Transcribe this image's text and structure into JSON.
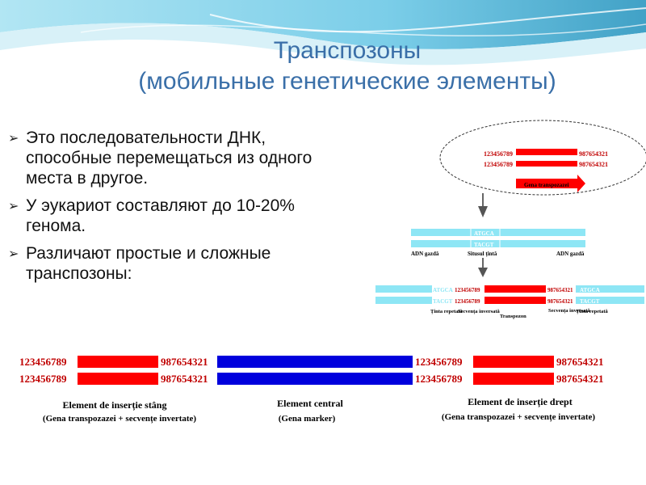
{
  "title": {
    "line1": "Транспозоны",
    "line2": "(мобильные генетические элементы)"
  },
  "bullets": [
    {
      "text": "Это последовательности ДНК, способные перемещаться из одного места в другое."
    },
    {
      "text": "У эукариот составляют до 10-20% генома."
    },
    {
      "text": "Различают простые и сложные транспозоны:"
    }
  ],
  "figure1": {
    "seq_left": "123456789",
    "seq_right": "987654321",
    "gene_label": "Gena transpozazei",
    "host_top": "ATGCA",
    "host_bottom": "TACGT",
    "label_host_left": "ADN gazdă",
    "label_target": "Situsul țintă",
    "label_host_right": "ADN gazdă",
    "label_target_rep_left": "Ținta repetată",
    "label_inv_left": "Secvența inversată",
    "label_transposon": "Transpozon",
    "label_inv_right": "Secvența inversată",
    "label_target_rep_right": "Ținta repetată"
  },
  "figure2": {
    "seq_left": "123456789",
    "seq_right": "987654321",
    "left_title": "Element de inserție stâng",
    "left_sub": "(Gena transpozazei + secvențe invertate)",
    "center_title": "Element central",
    "center_sub": "(Gena marker)",
    "right_title": "Element de inserție drept",
    "right_sub": "(Gena transpozazei + secvențe invertate)"
  },
  "colors": {
    "title": "#3a6fa8",
    "red": "#ff0000",
    "blue": "#0000dd",
    "cyan": "#8ee6f5",
    "wave_dark": "#2f9fc4",
    "wave_light": "#bfe9f4"
  }
}
